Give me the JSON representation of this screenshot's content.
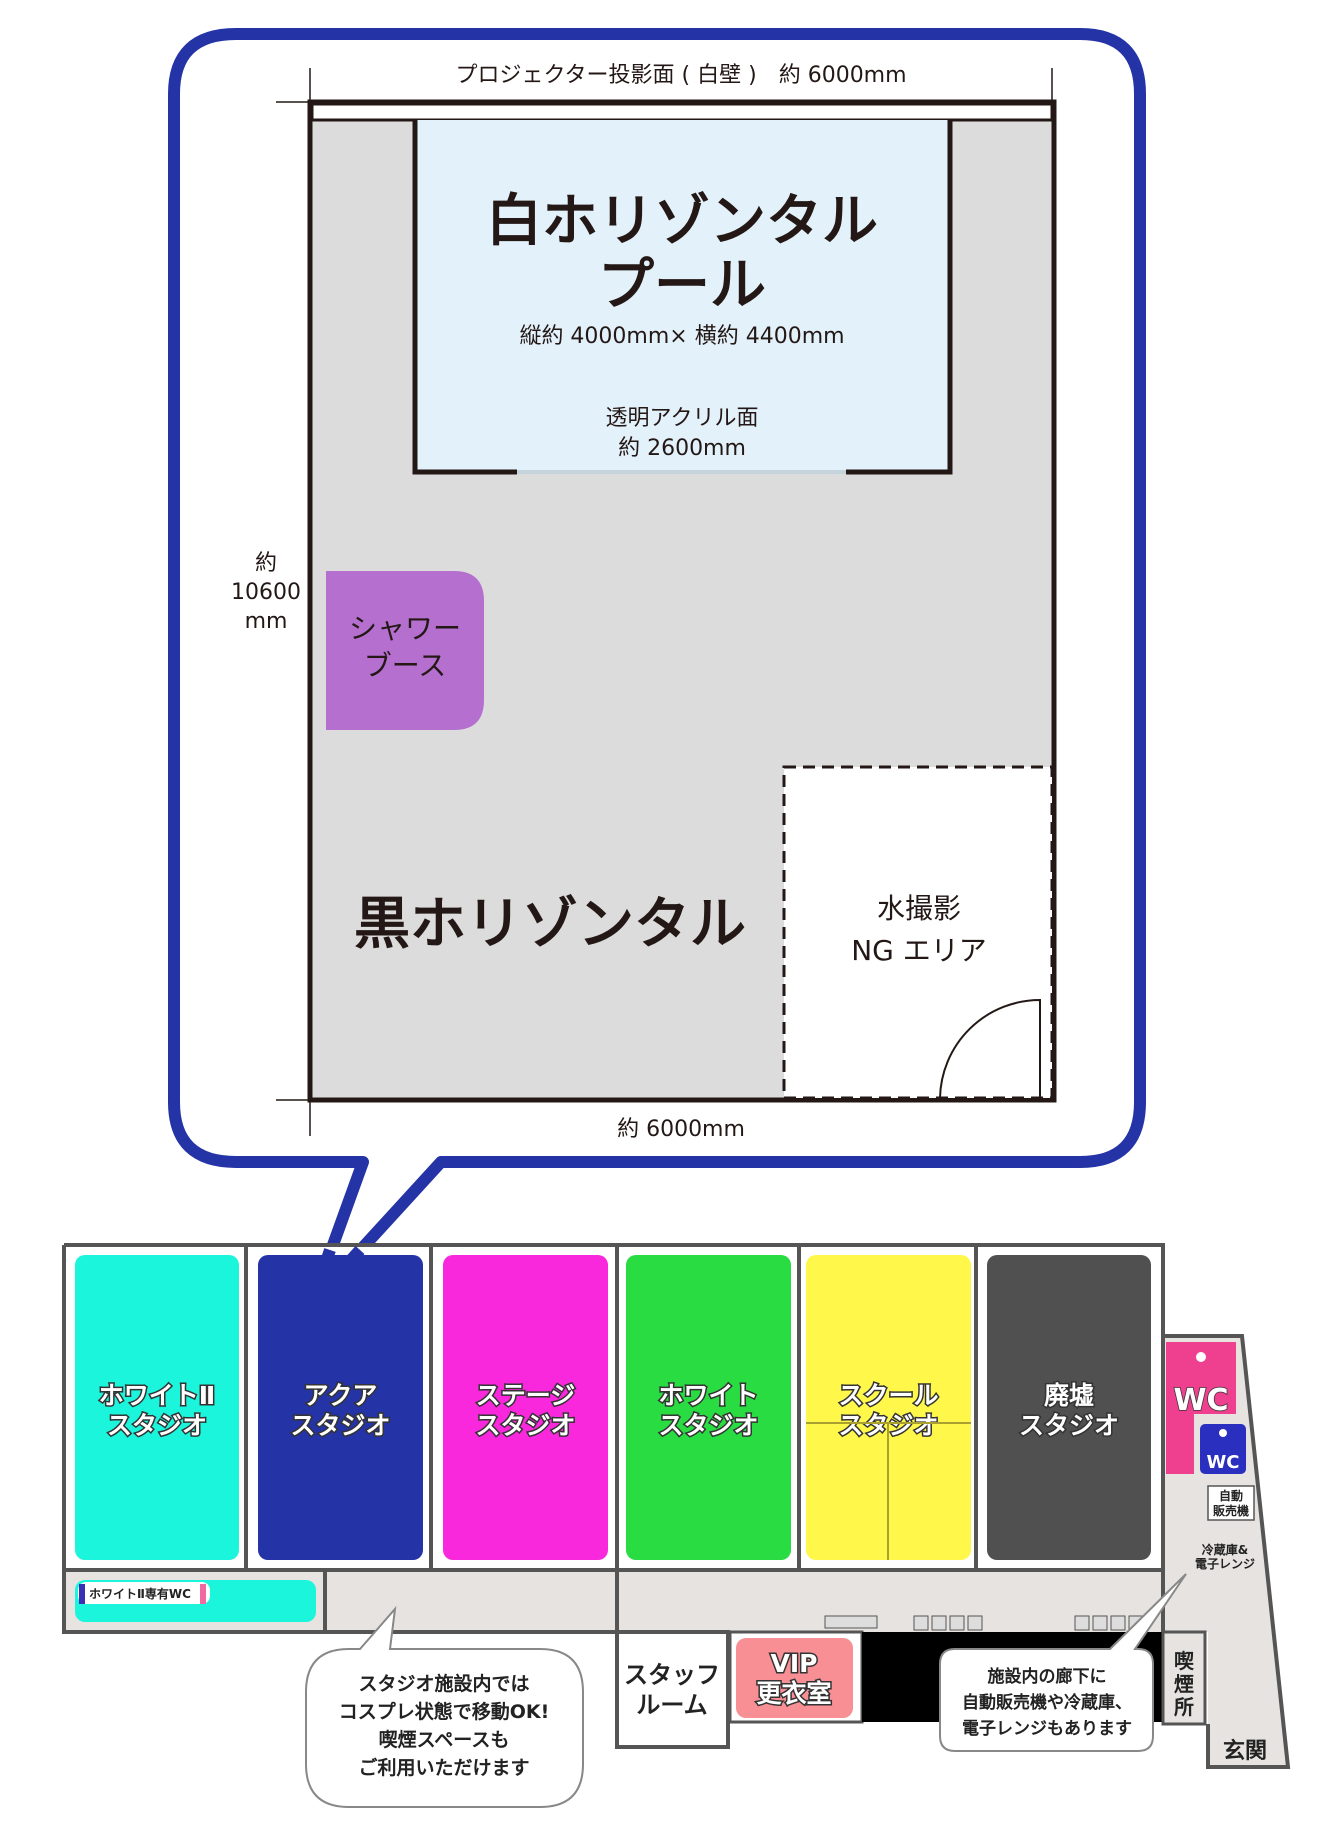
{
  "detail": {
    "top_dimension": "プロジェクター投影面 ( 白壁 )　約 6000mm",
    "left_dimension": [
      "約",
      "10600",
      "mm"
    ],
    "bottom_dimension": "約 6000mm",
    "pool_title": [
      "白ホリゾンタル",
      "プール"
    ],
    "pool_size": "縦約 4000mm× 横約 4400mm",
    "acrylic": [
      "透明アクリル面",
      "約 2600mm"
    ],
    "shower": [
      "シャワー",
      "ブース"
    ],
    "black_horizontal": "黒ホリゾンタル",
    "ng_area": [
      "水撮影",
      "NG エリア"
    ],
    "colors": {
      "bubble_border": "#2433a6",
      "floor": "#dcdcdc",
      "pool": "#e3f1fa",
      "shower": "#b46fcf"
    }
  },
  "floor": {
    "studios": [
      {
        "label": [
          "ホワイトⅡ",
          "スタジオ"
        ],
        "color": "#1af5dc"
      },
      {
        "label": [
          "アクア",
          "スタジオ"
        ],
        "color": "#2433a6"
      },
      {
        "label": [
          "ステージ",
          "スタジオ"
        ],
        "color": "#fa28dc"
      },
      {
        "label": [
          "ホワイト",
          "スタジオ"
        ],
        "color": "#28dc41"
      },
      {
        "label": [
          "スクール",
          "スタジオ"
        ],
        "color": "#fff84a"
      },
      {
        "label": [
          "廃墟",
          "スタジオ"
        ],
        "color": "#505050"
      }
    ],
    "white2_wc": "ホワイトⅡ専有WC",
    "wc_women": "WC",
    "wc_men": "WC",
    "vending": [
      "自動",
      "販売機"
    ],
    "fridge": [
      "冷蔵庫&",
      "電子レンジ"
    ],
    "staff_room": [
      "スタッフ",
      "ルーム"
    ],
    "vip": [
      "VIP",
      "更衣室"
    ],
    "smoking": [
      "喫",
      "煙",
      "所"
    ],
    "entrance": "玄関",
    "note_left": [
      "スタジオ施設内では",
      "コスプレ状態で移動OK!",
      "喫煙スペースも",
      "ご利用いただけます"
    ],
    "note_right": [
      "施設内の廊下に",
      "自動販売機や冷蔵庫、",
      "電子レンジもあります"
    ]
  }
}
